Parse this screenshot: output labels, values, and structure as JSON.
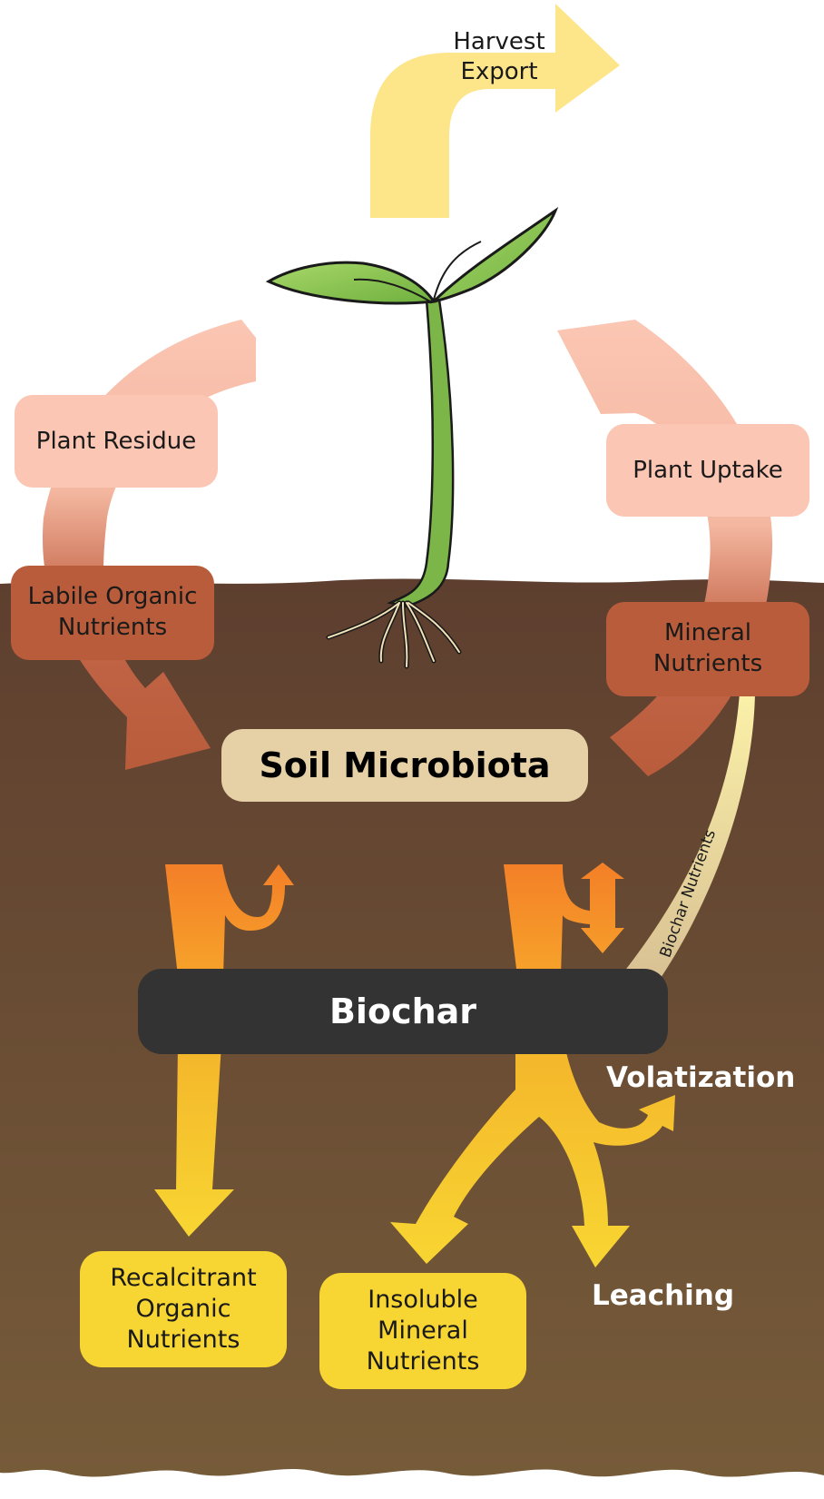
{
  "labels": {
    "harvest_export": "Harvest\nExport",
    "plant_residue": "Plant Residue",
    "plant_uptake": "Plant Uptake",
    "labile_organic_nutrients": "Labile Organic\nNutrients",
    "mineral_nutrients": "Mineral\nNutrients",
    "soil_microbiota": "Soil Microbiota",
    "biochar": "Biochar",
    "biochar_nutrients": "Biochar Nutrients",
    "volatization": "Volatization",
    "leaching": "Leaching",
    "recalcitrant_organic_nutrients": "Recalcitrant\nOrganic\nNutrients",
    "insoluble_mineral_nutrients": "Insoluble\nMineral\nNutrients"
  },
  "colors": {
    "soil_top": "#5e3f2f",
    "soil_bottom": "#755a38",
    "salmon": "#fbc6b3",
    "rust": "#b85c3b",
    "pale_yellow": "#fde58a",
    "orange": "#f4862a",
    "golden": "#f7c92e",
    "tan": "#e6d0a5",
    "dark": "#333333",
    "leaf": "#8cc84f",
    "stem": "#6aa83d"
  }
}
